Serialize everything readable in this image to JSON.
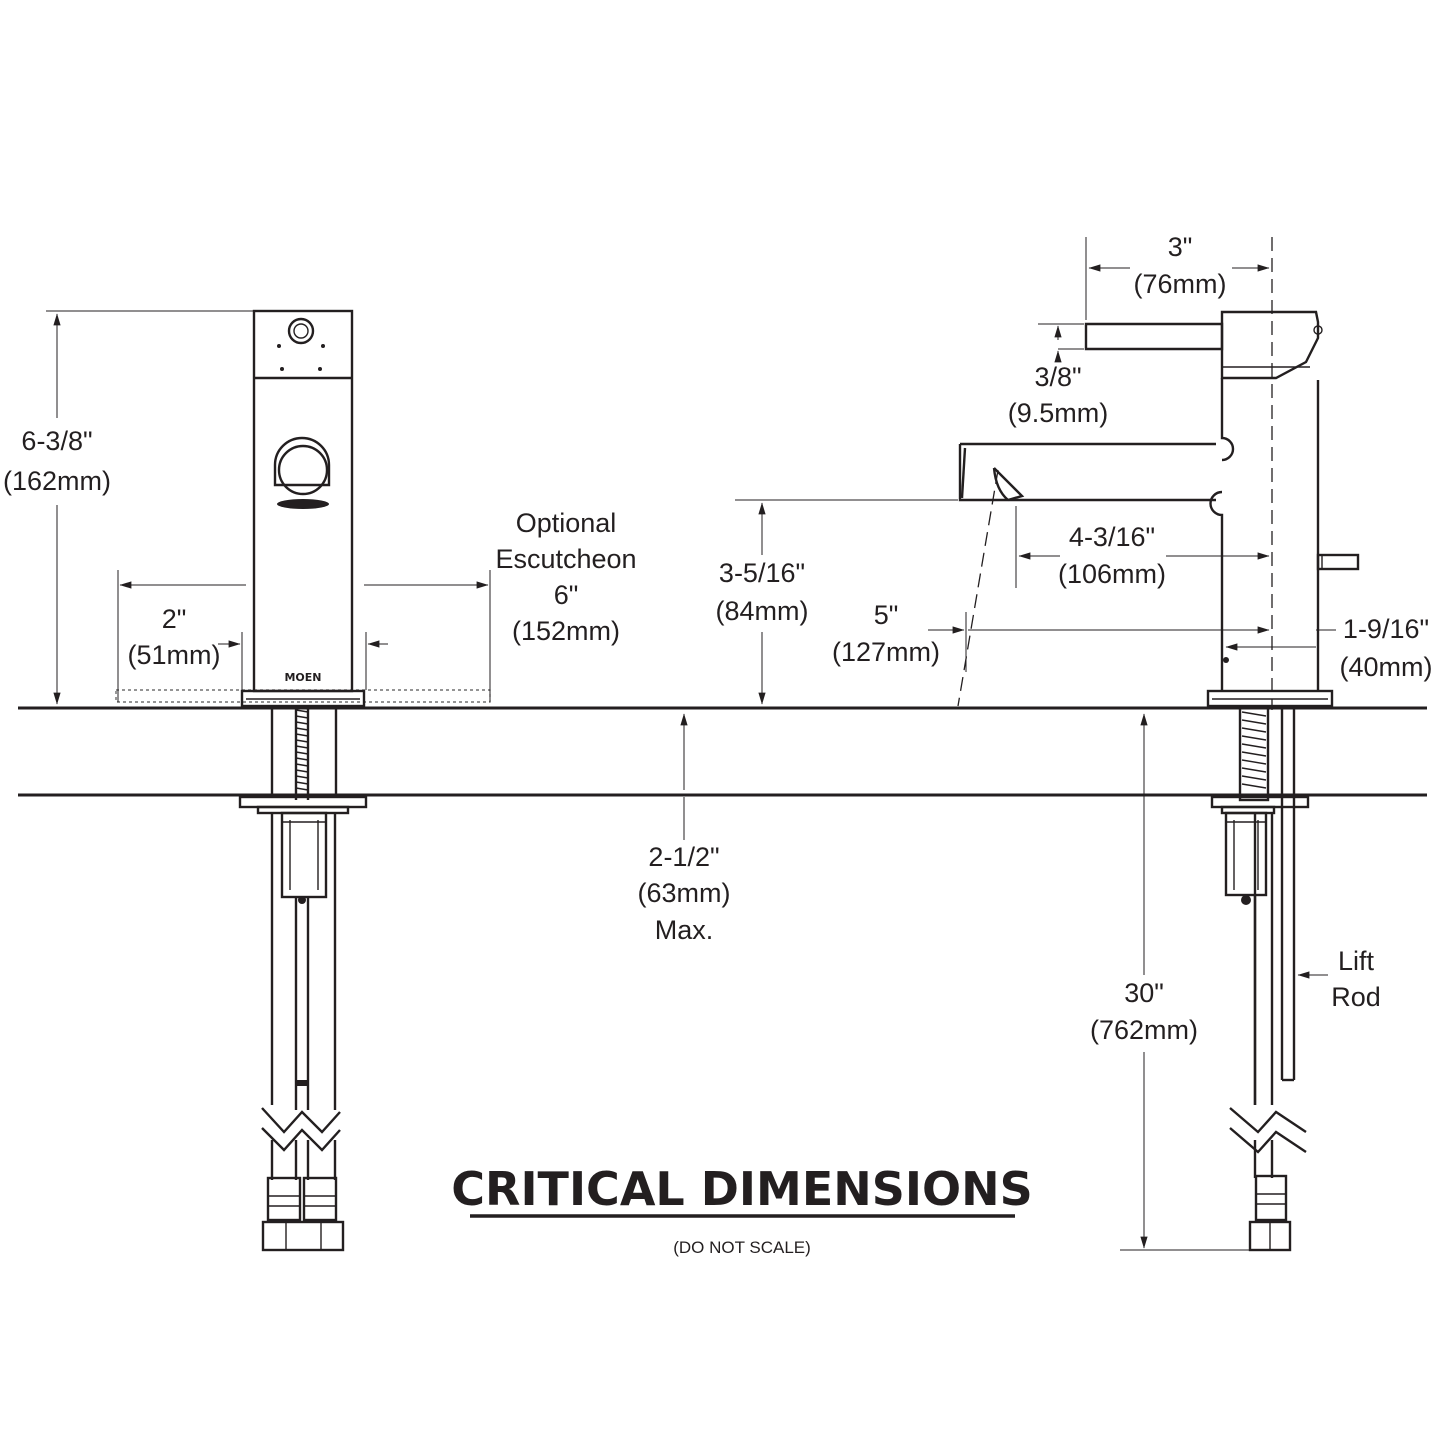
{
  "title": "CRITICAL DIMENSIONS",
  "subtitle": "(DO NOT SCALE)",
  "brand": "MOEN",
  "dimensions": {
    "overall_height": {
      "imperial": "6-3/8\"",
      "metric": "(162mm)"
    },
    "center_to_edge": {
      "imperial": "2\"",
      "metric": "(51mm)"
    },
    "escutcheon": {
      "line1": "Optional",
      "line2": "Escutcheon",
      "imperial": "6\"",
      "metric": "(152mm)"
    },
    "spout_height": {
      "imperial": "3-5/16\"",
      "metric": "(84mm)"
    },
    "handle_length": {
      "imperial": "3\"",
      "metric": "(76mm)"
    },
    "handle_thickness": {
      "imperial": "3/8\"",
      "metric": "(9.5mm)"
    },
    "spout_reach": {
      "imperial": "4-3/16\"",
      "metric": "(106mm)"
    },
    "stream_reach": {
      "imperial": "5\"",
      "metric": "(127mm)"
    },
    "lift_rod_offset": {
      "imperial": "1-9/16\"",
      "metric": "(40mm)"
    },
    "deck_thickness": {
      "imperial": "2-1/2\"",
      "metric": "(63mm)",
      "note": "Max."
    },
    "supply_length": {
      "imperial": "30\"",
      "metric": "(762mm)"
    },
    "lift_rod": {
      "line1": "Lift",
      "line2": "Rod"
    }
  }
}
